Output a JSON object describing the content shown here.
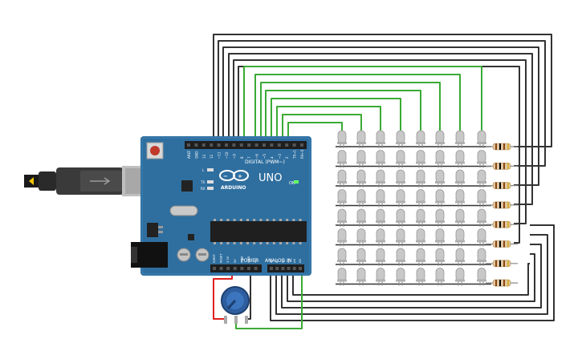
{
  "board": {
    "brand": "ARDUINO",
    "model": "UNO",
    "digital_header": "DIGITAL (PWM~)",
    "power_header": "POWER",
    "analog_header": "ANALOG IN",
    "on_label": "ON",
    "led_l_label": "L",
    "led_tx_label": "TX",
    "led_rx_label": "RX",
    "digital_pins": [
      "AREF",
      "GND",
      "13",
      "12",
      "~11",
      "~10",
      "~9",
      "8",
      "7",
      "~6",
      "~5",
      "4",
      "~3",
      "2",
      "TX→1",
      "RX←0"
    ],
    "power_pins": [
      "IOREF",
      "RESET",
      "3.3V",
      "5V",
      "GND",
      "GND",
      "Vin"
    ],
    "analog_pins": [
      "A0",
      "A1",
      "A2",
      "A3",
      "A4",
      "A5"
    ]
  },
  "matrix": {
    "rows": 8,
    "cols": 8
  },
  "resistors": {
    "count": 8
  },
  "colors": {
    "board": "#2f6fa0",
    "wire_dark": "#333333",
    "wire_green": "#3aaa35",
    "wire_red": "#e02020",
    "led": "#c8c8c8",
    "resistor_body": "#e0c8a0",
    "pot_knob": "#2e5e9e"
  }
}
